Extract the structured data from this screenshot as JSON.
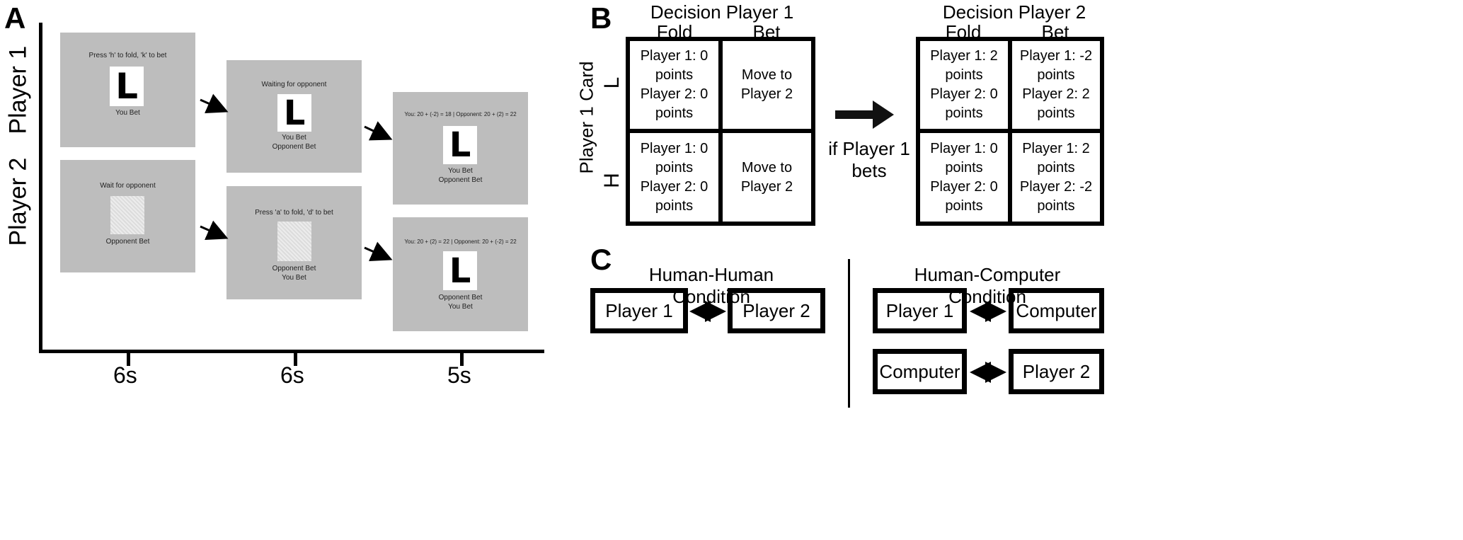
{
  "panels": {
    "a": "A",
    "b": "B",
    "c": "C"
  },
  "panel_a": {
    "rows": [
      "Player 1",
      "Player 2"
    ],
    "time_ticks": [
      "6s",
      "6s",
      "5s"
    ],
    "screens": {
      "p1_s1": {
        "top": "Press 'h' to fold, 'k' to bet",
        "card": "L",
        "bottom": "You Bet"
      },
      "p1_s2": {
        "top": "Waiting for opponent",
        "card": "L",
        "bottom1": "You Bet",
        "bottom2": "Opponent Bet"
      },
      "p1_s3": {
        "top": "You: 20 + (-2) = 18 | Opponent: 20 + (2) = 22",
        "card": "L",
        "bottom1": "You Bet",
        "bottom2": "Opponent Bet"
      },
      "p2_s1": {
        "top": "Wait for opponent",
        "bottom": "Opponent Bet"
      },
      "p2_s2": {
        "top": "Press 'a' to fold, 'd' to bet",
        "bottom1": "Opponent Bet",
        "bottom2": "You Bet"
      },
      "p2_s3": {
        "top": "You: 20 + (2) = 22 | Opponent: 20 + (-2) = 22",
        "card": "L",
        "bottom1": "Opponent Bet",
        "bottom2": "You Bet"
      }
    }
  },
  "panel_b": {
    "left_title": "Decision Player 1",
    "right_title": "Decision Player 2",
    "col_fold": "Fold",
    "col_bet": "Bet",
    "row_axis": "Player 1 Card",
    "row_L": "L",
    "row_H": "H",
    "arrow_label": "if Player 1 bets",
    "left_cells": {
      "L_fold": [
        "Player 1: 0 points",
        "Player 2: 0 points"
      ],
      "L_bet": [
        "Move to Player 2"
      ],
      "H_fold": [
        "Player 1: 0 points",
        "Player 2: 0 points"
      ],
      "H_bet": [
        "Move to Player 2"
      ]
    },
    "right_cells": {
      "L_fold": [
        "Player 1: 2 points",
        "Player 2: 0 points"
      ],
      "L_bet": [
        "Player 1: -2 points",
        "Player 2: 2 points"
      ],
      "H_fold": [
        "Player 1: 0 points",
        "Player 2: 0 points"
      ],
      "H_bet": [
        "Player 1: 2 points",
        "Player 2: -2 points"
      ]
    }
  },
  "panel_c": {
    "hh_title": "Human-Human Condition",
    "hc_title": "Human-Computer Condition",
    "hh": [
      "Player 1",
      "Player 2"
    ],
    "hc_row1": [
      "Player 1",
      "Computer"
    ],
    "hc_row2": [
      "Computer",
      "Player 2"
    ]
  }
}
